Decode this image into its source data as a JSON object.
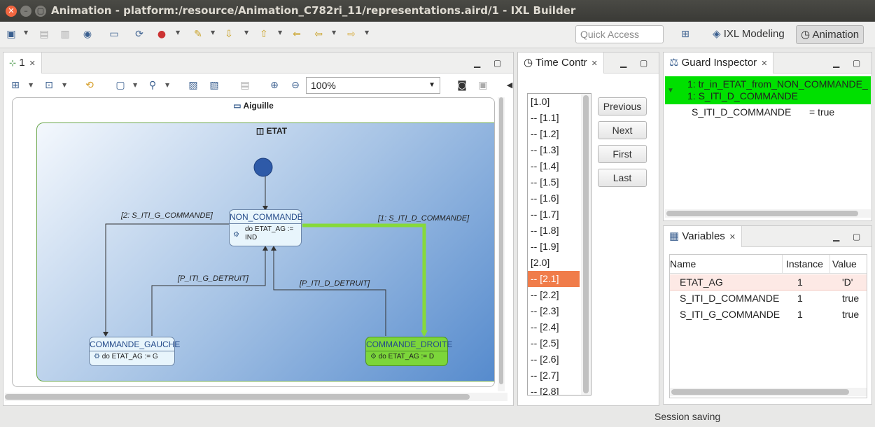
{
  "window": {
    "title": "Animation - platform:/resource/Animation_C782ri_11/representations.aird/1 - IXL Builder"
  },
  "toolbar": {
    "quick_access_placeholder": "Quick Access",
    "perspectives": [
      "IXL Modeling",
      "Animation"
    ]
  },
  "editor": {
    "tab_label": "1",
    "zoom": "100%",
    "diagram": {
      "container_name": "Aiguille",
      "region_name": "ETAT",
      "states": [
        {
          "name": "NON_COMMANDE",
          "action": "do ETAT_AG := IND"
        },
        {
          "name": "COMMANDE_GAUCHE",
          "action": "do ETAT_AG := G"
        },
        {
          "name": "COMMANDE_DROITE",
          "action": "do ETAT_AG := D"
        }
      ],
      "transitions": [
        "[2: S_ITI_G_COMMANDE]",
        "[1: S_ITI_D_COMMANDE]",
        "[P_ITI_G_DETRUIT]",
        "[P_ITI_D_DETRUIT]"
      ]
    }
  },
  "time_control": {
    "tab_label": "Time Contr",
    "items": [
      "[1.0]",
      "-- [1.1]",
      "-- [1.2]",
      "-- [1.3]",
      "-- [1.4]",
      "-- [1.5]",
      "-- [1.6]",
      "-- [1.7]",
      "-- [1.8]",
      "-- [1.9]",
      "[2.0]",
      "-- [2.1]",
      "-- [2.2]",
      "-- [2.3]",
      "-- [2.4]",
      "-- [2.5]",
      "-- [2.6]",
      "-- [2.7]",
      "-- [2.8]"
    ],
    "selected": "-- [2.1]",
    "buttons": [
      "Previous",
      "Next",
      "First",
      "Last"
    ]
  },
  "guard_inspector": {
    "tab_label": "Guard Inspector",
    "selected_line1": "1: tr_in_ETAT_from_NON_COMMANDE_",
    "selected_line2": "1: S_ITI_D_COMMANDE",
    "child_name": "S_ITI_D_COMMANDE",
    "child_value": "= true"
  },
  "variables": {
    "tab_label": "Variables",
    "columns": [
      "Name",
      "Instance",
      "Value"
    ],
    "rows": [
      {
        "name": "ETAT_AG",
        "instance": "1",
        "value": "'D'"
      },
      {
        "name": "S_ITI_D_COMMANDE",
        "instance": "1",
        "value": "true"
      },
      {
        "name": "S_ITI_G_COMMANDE",
        "instance": "1",
        "value": "true"
      }
    ]
  },
  "status": {
    "text": "Session saving"
  },
  "colors": {
    "highlight_green": "#00e000",
    "selection_orange": "#f07c4a",
    "state_active": "#7cd63a"
  }
}
